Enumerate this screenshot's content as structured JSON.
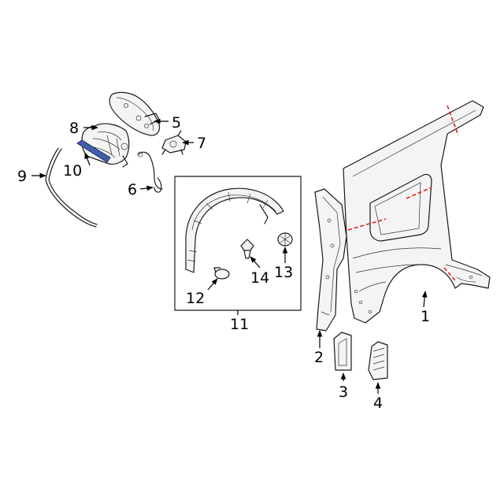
{
  "colors": {
    "highlight": "#3f5fa8",
    "cut_line": "#e0201b",
    "line": "#1a1a1a",
    "background": "#ffffff"
  },
  "callouts": {
    "c1": "1",
    "c2": "2",
    "c3": "3",
    "c4": "4",
    "c5": "5",
    "c6": "6",
    "c7": "7",
    "c8": "8",
    "c9": "9",
    "c10": "10",
    "c11": "11",
    "c12": "12",
    "c13": "13",
    "c14": "14"
  }
}
